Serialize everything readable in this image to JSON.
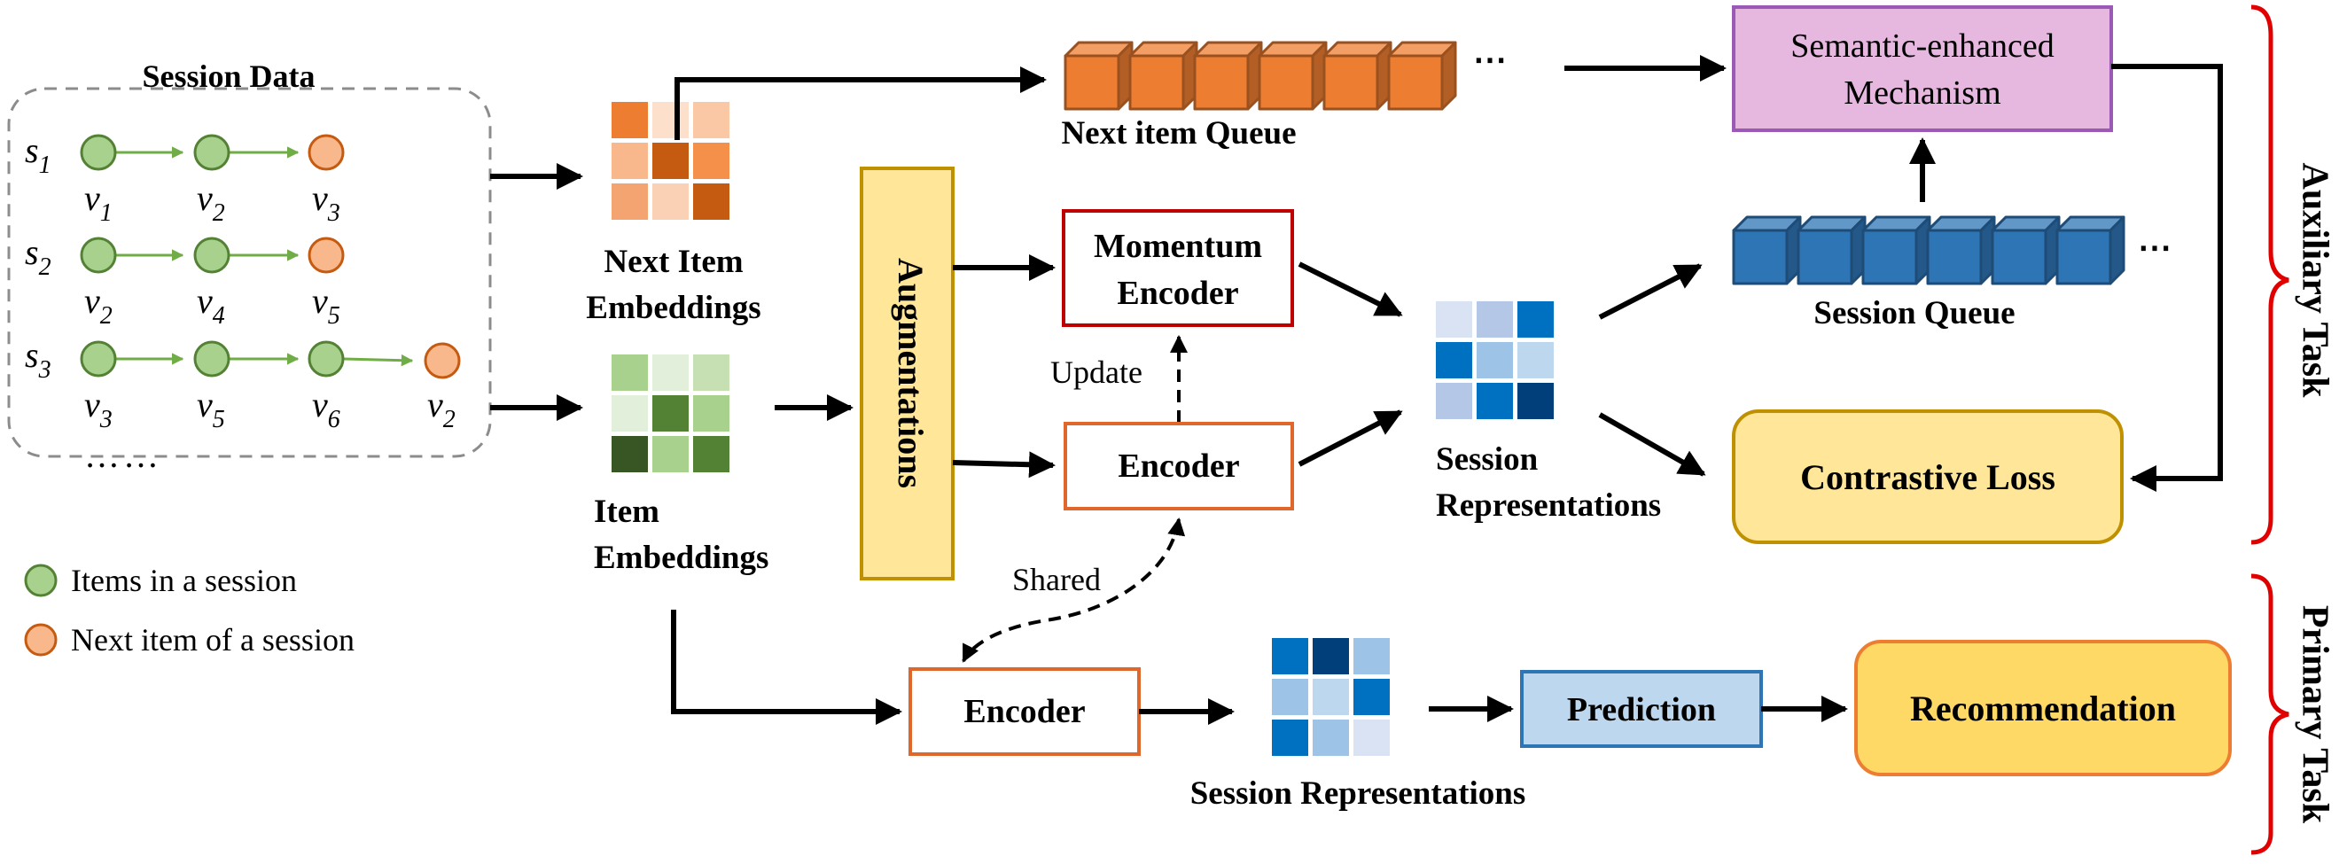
{
  "session_data": {
    "title": "Session Data",
    "sessions": [
      {
        "label_base": "s",
        "label_sub": "1",
        "items": [
          {
            "base": "v",
            "sub": "1",
            "kind": "item"
          },
          {
            "base": "v",
            "sub": "2",
            "kind": "item"
          },
          {
            "base": "v",
            "sub": "3",
            "kind": "next"
          }
        ]
      },
      {
        "label_base": "s",
        "label_sub": "2",
        "items": [
          {
            "base": "v",
            "sub": "2",
            "kind": "item"
          },
          {
            "base": "v",
            "sub": "4",
            "kind": "item"
          },
          {
            "base": "v",
            "sub": "5",
            "kind": "next"
          }
        ]
      },
      {
        "label_base": "s",
        "label_sub": "3",
        "items": [
          {
            "base": "v",
            "sub": "3",
            "kind": "item"
          },
          {
            "base": "v",
            "sub": "5",
            "kind": "item"
          },
          {
            "base": "v",
            "sub": "6",
            "kind": "item"
          },
          {
            "base": "v",
            "sub": "2",
            "kind": "next"
          }
        ]
      }
    ],
    "ellipsis": "……"
  },
  "legend": {
    "items_in_session": "Items in a session",
    "next_item": "Next item of a session"
  },
  "embeddings": {
    "next_item_line1": "Next Item",
    "next_item_line2": "Embeddings",
    "item_line1": "Item",
    "item_line2": "Embeddings"
  },
  "blocks": {
    "augmentations": "Augmentations",
    "momentum_encoder_line1": "Momentum",
    "momentum_encoder_line2": "Encoder",
    "encoder": "Encoder",
    "encoder_primary": "Encoder",
    "semantic_line1": "Semantic-enhanced",
    "semantic_line2": "Mechanism",
    "contrastive_loss": "Contrastive Loss",
    "prediction": "Prediction",
    "recommendation": "Recommendation"
  },
  "edge_labels": {
    "update": "Update",
    "shared": "Shared"
  },
  "queues": {
    "next_item_queue": "Next item Queue",
    "session_queue": "Session Queue",
    "ellipsis": "⋯"
  },
  "representations": {
    "aux_line1": "Session",
    "aux_line2": "Representations",
    "primary": "Session Representations"
  },
  "tasks": {
    "auxiliary": "Auxiliary Task",
    "primary": "Primary Task"
  },
  "colors": {
    "green_node": "#a9d18e",
    "green_stroke": "#548235",
    "orange_node": "#f8b88b",
    "orange_stroke": "#c55a11",
    "queue_orange": "#ed7d31",
    "queue_blue": "#2e75b6",
    "semantic_fill": "#e6b8e0",
    "semantic_stroke": "#9b59b6",
    "yellow_fill": "#ffe699",
    "yellow_stroke": "#bf9000",
    "recommend_fill": "#ffd966",
    "recommend_stroke": "#ed7d31",
    "prediction_fill": "#bdd7ee",
    "prediction_stroke": "#2e75b6",
    "momentum_stroke": "#c00000",
    "encoder_stroke": "#e0672b",
    "brace": "#e00000"
  }
}
